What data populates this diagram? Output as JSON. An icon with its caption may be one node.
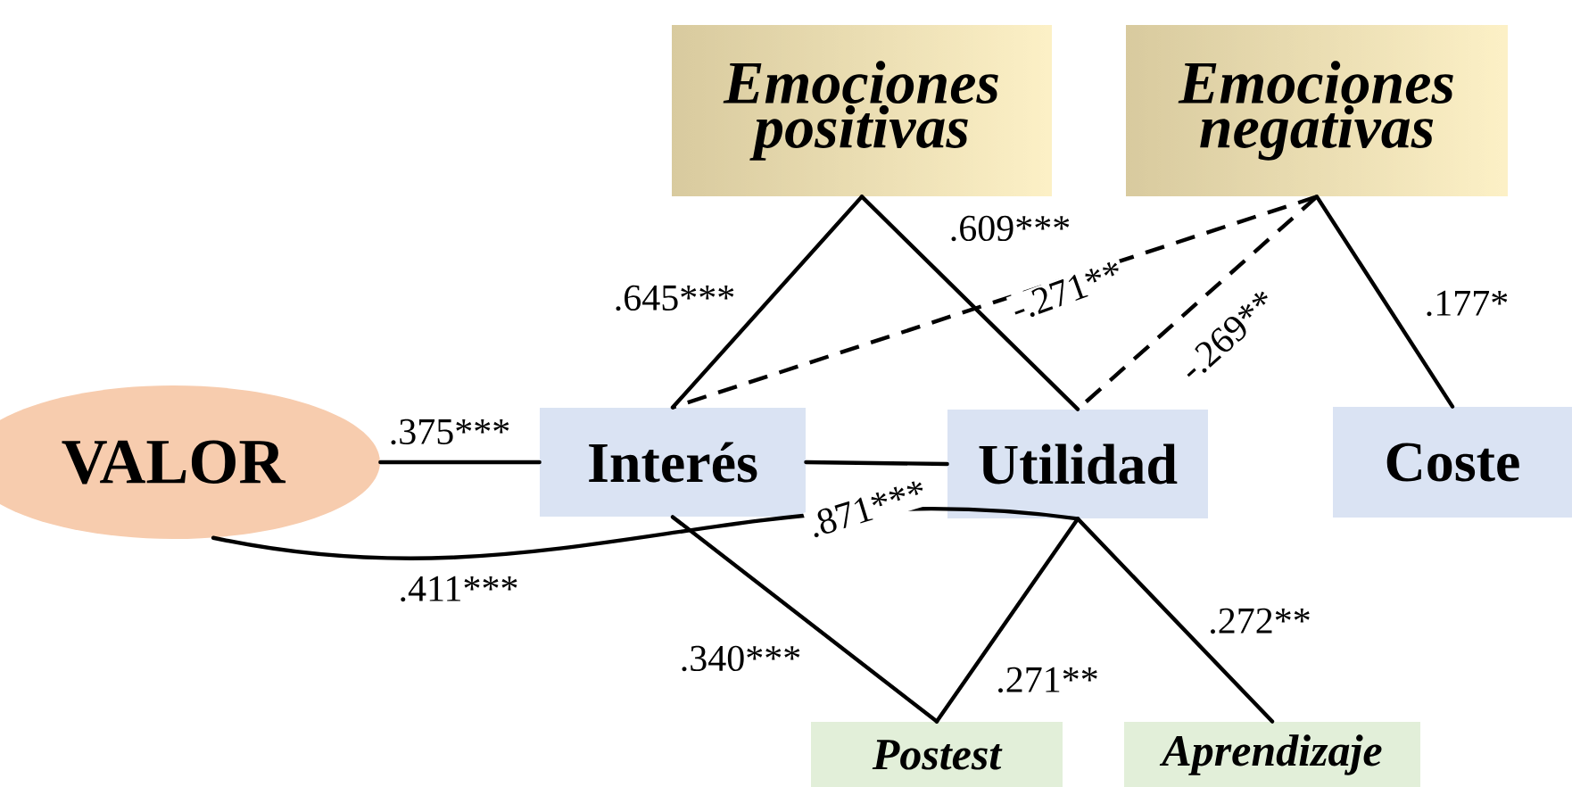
{
  "diagram": {
    "nodes": [
      {
        "text": [
          "Emociones positivas"
        ]
      },
      {
        "text": [
          "Emociones negativas"
        ]
      },
      {
        "text": [
          "VALOR"
        ]
      },
      {
        "text": [
          "Interés"
        ]
      },
      {
        "text": [
          "Utilidad"
        ]
      },
      {
        "text": [
          "Coste"
        ]
      },
      {
        "text": [
          "Postest"
        ]
      },
      {
        "text": [
          "Aprendizaje"
        ]
      }
    ],
    "edges": [
      {
        "from": 0,
        "to": 3,
        "arrow": "none",
        "label": ".645***"
      },
      {
        "from": 0,
        "to": 4,
        "arrow": "none",
        "label": ".609***"
      },
      {
        "from": 1,
        "to": 3,
        "arrow": "none",
        "label": "-.271**",
        "style": "dashed"
      },
      {
        "from": 1,
        "to": 4,
        "arrow": "none",
        "label": "-.269**",
        "style": "dashed"
      },
      {
        "from": 1,
        "to": 5,
        "arrow": "none",
        "label": ".177*"
      },
      {
        "from": 2,
        "to": 3,
        "arrow": "none",
        "label": ".375***"
      },
      {
        "from": 3,
        "to": 4,
        "arrow": "none",
        "label": ".871***"
      },
      {
        "from": 2,
        "to": 4,
        "arrow": "none",
        "label": ".411***"
      },
      {
        "from": 3,
        "to": 6,
        "arrow": "none",
        "label": ".340***"
      },
      {
        "from": 4,
        "to": 6,
        "arrow": "none",
        "label": ".271**"
      },
      {
        "from": 4,
        "to": 7,
        "arrow": "none",
        "label": ".272**"
      }
    ]
  }
}
